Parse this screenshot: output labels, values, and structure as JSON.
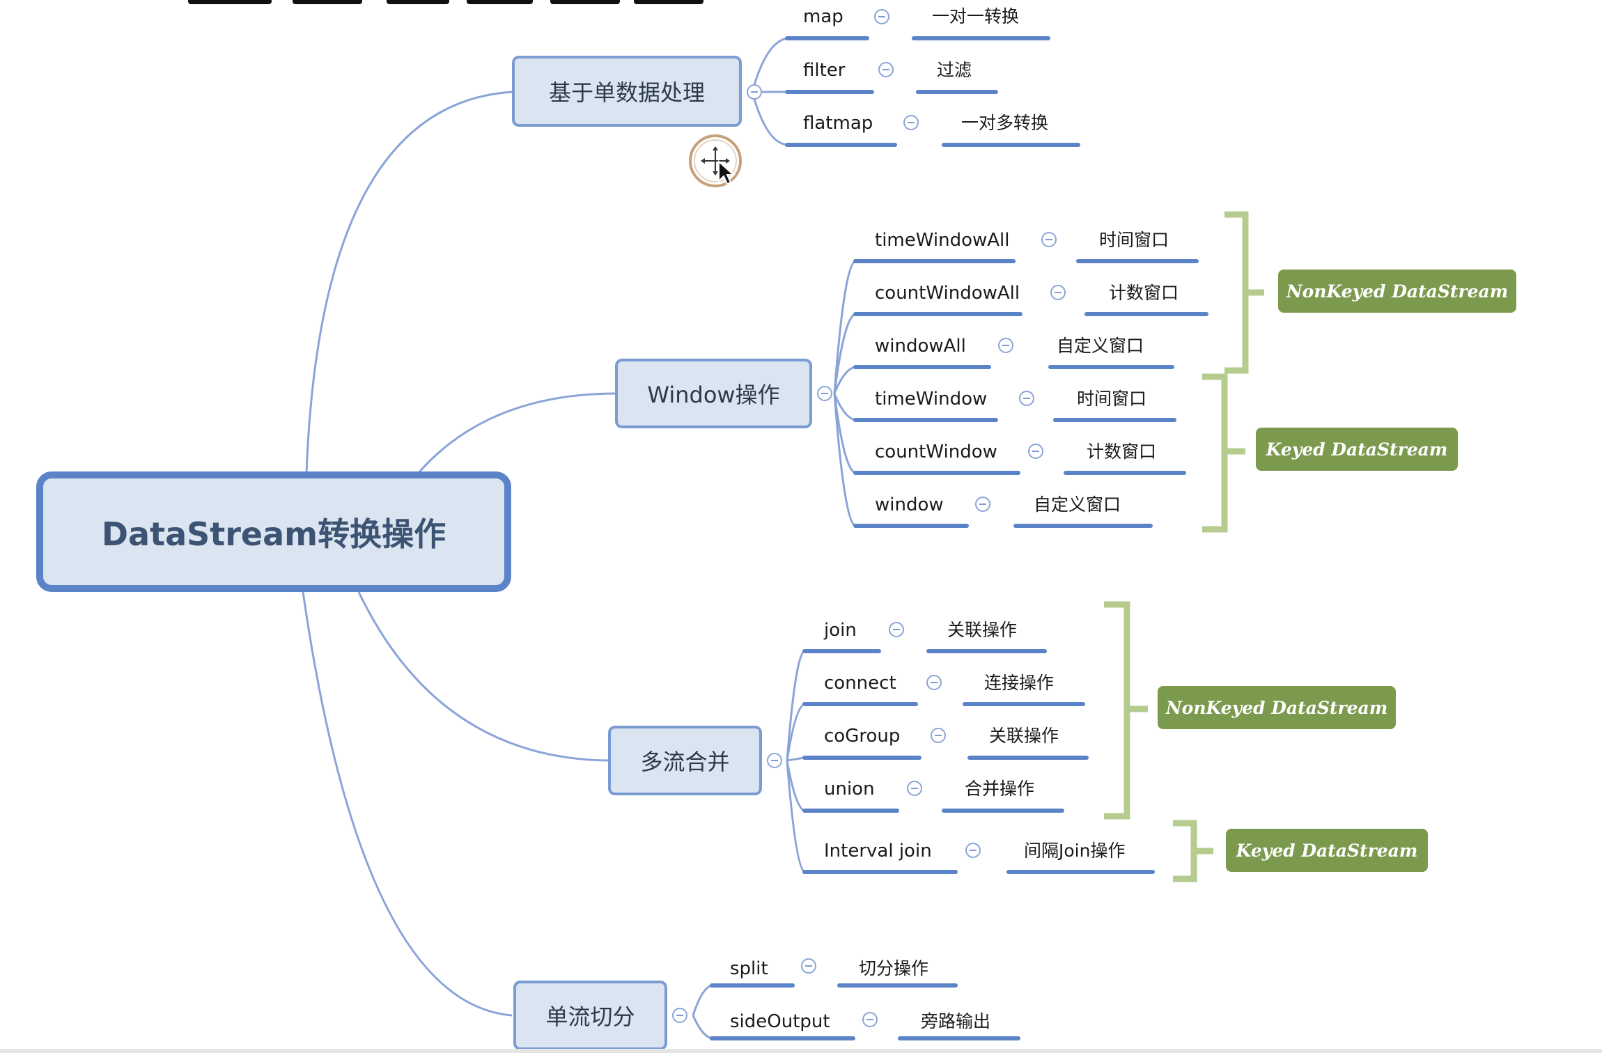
{
  "central": {
    "label": "DataStream转换操作"
  },
  "branches": [
    {
      "label": "基于单数据处理",
      "items": [
        {
          "name": "map",
          "desc": "一对一转换"
        },
        {
          "name": "filter",
          "desc": "过滤"
        },
        {
          "name": "flatmap",
          "desc": "一对多转换"
        }
      ]
    },
    {
      "label": "Window操作",
      "items": [
        {
          "name": "timeWindowAll",
          "desc": "时间窗口"
        },
        {
          "name": "countWindowAll",
          "desc": "计数窗口"
        },
        {
          "name": "windowAll",
          "desc": "自定义窗口"
        },
        {
          "name": "timeWindow",
          "desc": "时间窗口"
        },
        {
          "name": "countWindow",
          "desc": "计数窗口"
        },
        {
          "name": "window",
          "desc": "自定义窗口"
        }
      ],
      "tags": [
        {
          "label": "NonKeyed DataStream"
        },
        {
          "label": "Keyed DataStream"
        }
      ]
    },
    {
      "label": "多流合并",
      "items": [
        {
          "name": "join",
          "desc": "关联操作"
        },
        {
          "name": "connect",
          "desc": "连接操作"
        },
        {
          "name": "coGroup",
          "desc": "关联操作"
        },
        {
          "name": "union",
          "desc": "合并操作"
        },
        {
          "name": "Interval join",
          "desc": "间隔Join操作"
        }
      ],
      "tags": [
        {
          "label": "NonKeyed DataStream"
        },
        {
          "label": "Keyed DataStream"
        }
      ]
    },
    {
      "label": "单流切分",
      "items": [
        {
          "name": "split",
          "desc": "切分操作"
        },
        {
          "name": "sideOutput",
          "desc": "旁路输出"
        }
      ]
    }
  ],
  "colors": {
    "topic_fill": "#dbe5f1",
    "topic_border": "#7b9bd3",
    "central_border": "#5b83c8",
    "connector": "#8aa4d8",
    "underline": "#5b83c8",
    "tag_fill": "#7c9a4e",
    "bracket": "#b5cc8e"
  },
  "icons": {
    "collapse": "collapse-minus-icon",
    "cursor": "move-cursor-icon"
  }
}
